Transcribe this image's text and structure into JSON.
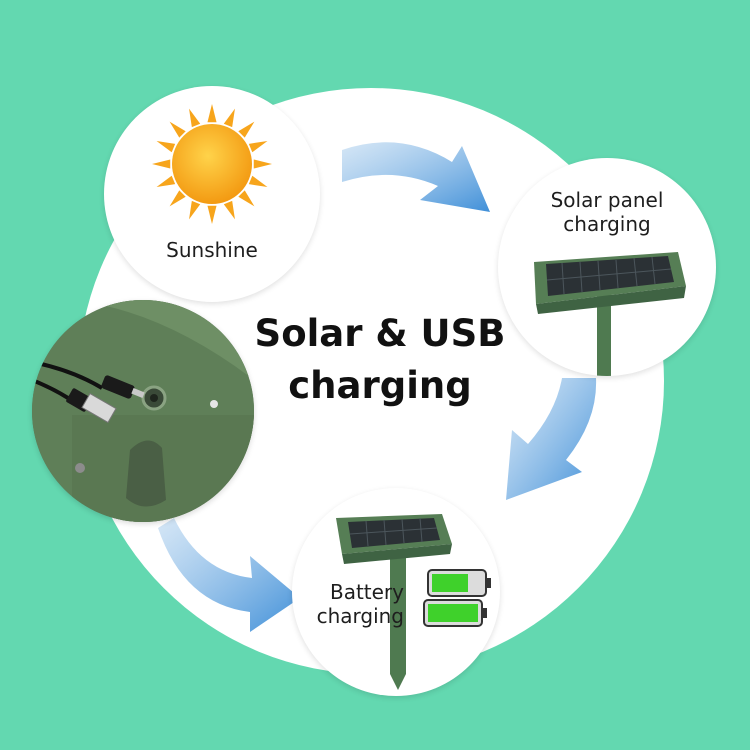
{
  "title": "Solar & USB charging",
  "title_lines": [
    "Solar & USB",
    "charging"
  ],
  "steps": {
    "sunshine": {
      "label": "Sunshine",
      "icon": "sun-icon"
    },
    "solar_panel": {
      "label_lines": [
        "Solar panel",
        "charging"
      ],
      "icon": "solar-panel-icon"
    },
    "battery": {
      "label_lines": [
        "Battery",
        "charging"
      ],
      "icon": "battery-icon"
    },
    "usb": {
      "icon": "usb-cable-icon"
    }
  },
  "colors": {
    "background": "#63d8b0",
    "circle": "#ffffff",
    "arrow": "#4a90d6",
    "device_green": "#4f7a50",
    "sun": "#f7a51c",
    "battery_fill": "#3fd12b"
  }
}
